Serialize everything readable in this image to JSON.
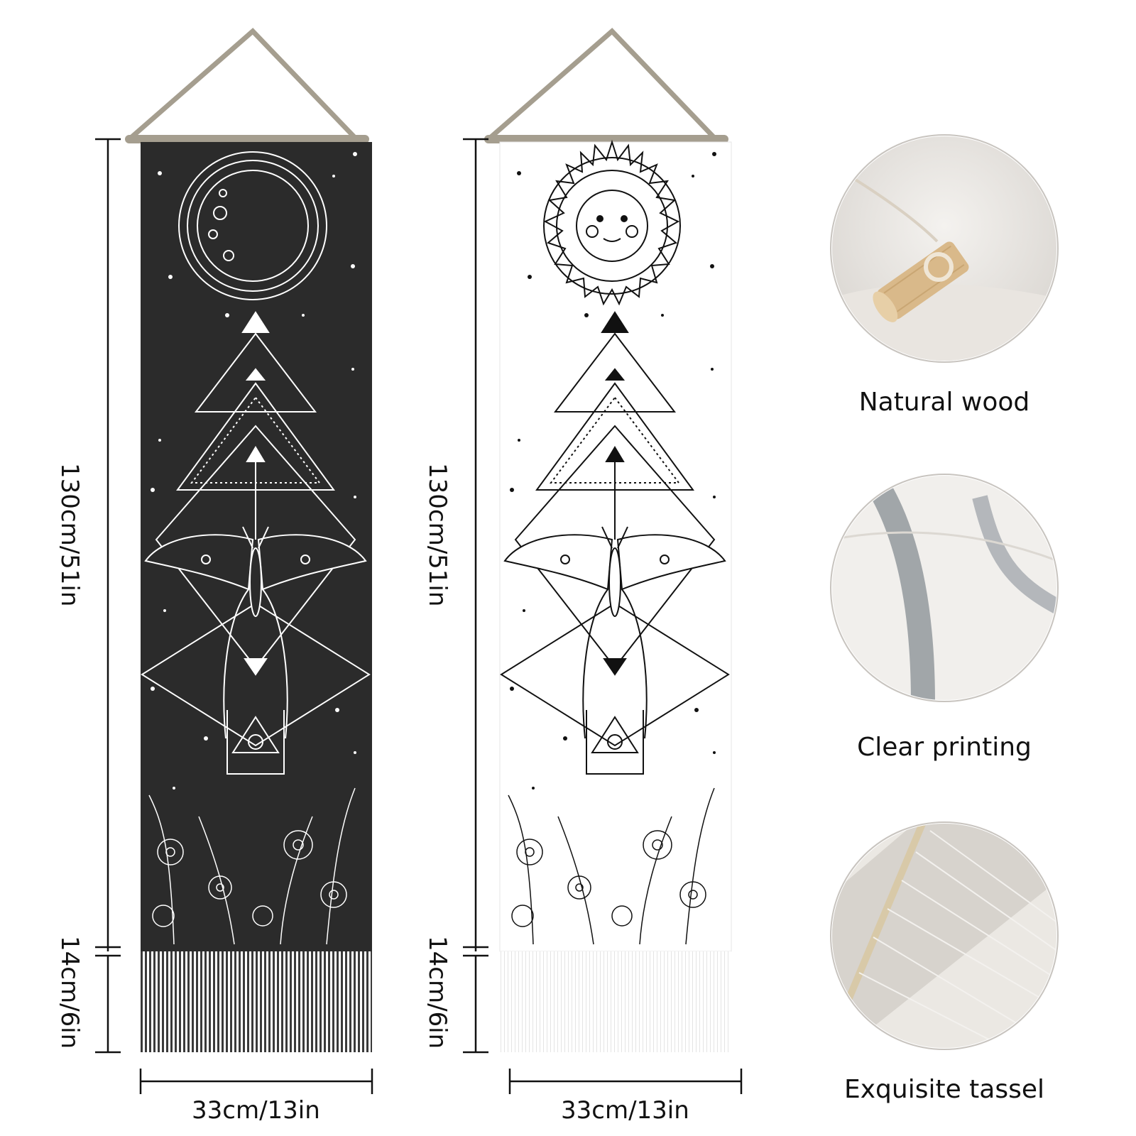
{
  "panels": [
    {
      "theme": "dark",
      "background": "#2b2b2b",
      "line_color": "#ffffff",
      "celestial": "moon",
      "height_main": "130cm/51in",
      "height_tassel": "14cm/6in",
      "width": "33cm/13in"
    },
    {
      "theme": "light",
      "background": "#ffffff",
      "line_color": "#111111",
      "celestial": "sun",
      "height_main": "130cm/51in",
      "height_tassel": "14cm/6in",
      "width": "33cm/13in"
    }
  ],
  "hanging_rod_color": "#a59e8f",
  "details": [
    {
      "label": "Natural wood",
      "swatch": "wood"
    },
    {
      "label": "Clear printing",
      "swatch": "print"
    },
    {
      "label": "Exquisite tassel",
      "swatch": "tassel"
    }
  ]
}
